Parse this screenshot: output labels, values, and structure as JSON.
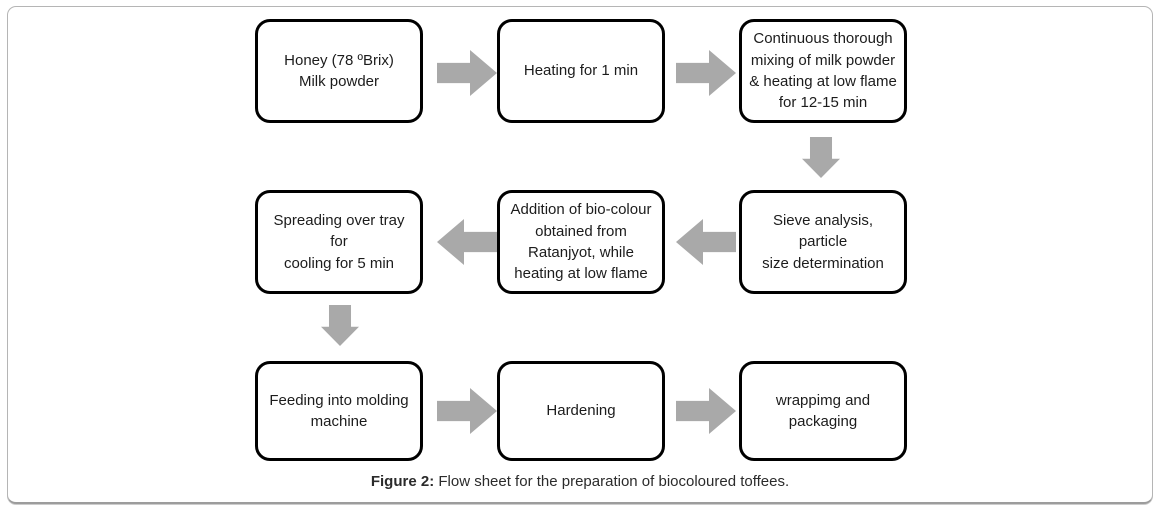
{
  "colors": {
    "arrow": "#a9a9a9",
    "box_border": "#000000",
    "frame_border": "#b5b5b5",
    "text": "#1c1c1c"
  },
  "flowchart": {
    "boxes": [
      {
        "id": "ingredients",
        "text": "Honey (78 ºBrix)\nMilk powder"
      },
      {
        "id": "heating",
        "text": "Heating for 1 min"
      },
      {
        "id": "mixing",
        "text": "Continuous thorough\nmixing of milk powder\n& heating at low flame\nfor 12-15 min"
      },
      {
        "id": "sieve-analysis",
        "text": "Sieve analysis, particle\nsize determination"
      },
      {
        "id": "bio-colour-addition",
        "text": "Addition of bio-colour\nobtained from\nRatanjyot, while\nheating at low flame"
      },
      {
        "id": "spreading",
        "text": "Spreading over tray for\ncooling for 5 min"
      },
      {
        "id": "feeding",
        "text": "Feeding into molding\nmachine"
      },
      {
        "id": "hardening",
        "text": "Hardening"
      },
      {
        "id": "wrapping",
        "text": "wrappimg and\npackaging"
      }
    ],
    "arrows": [
      {
        "from": "ingredients",
        "to": "heating",
        "direction": "right"
      },
      {
        "from": "heating",
        "to": "mixing",
        "direction": "right"
      },
      {
        "from": "mixing",
        "to": "sieve-analysis",
        "direction": "down"
      },
      {
        "from": "sieve-analysis",
        "to": "bio-colour-addition",
        "direction": "left"
      },
      {
        "from": "bio-colour-addition",
        "to": "spreading",
        "direction": "left"
      },
      {
        "from": "spreading",
        "to": "feeding",
        "direction": "down"
      },
      {
        "from": "feeding",
        "to": "hardening",
        "direction": "right"
      },
      {
        "from": "hardening",
        "to": "wrapping",
        "direction": "right"
      }
    ]
  },
  "caption": {
    "label": "Figure 2:",
    "text": " Flow sheet for the preparation of biocoloured toffees."
  }
}
